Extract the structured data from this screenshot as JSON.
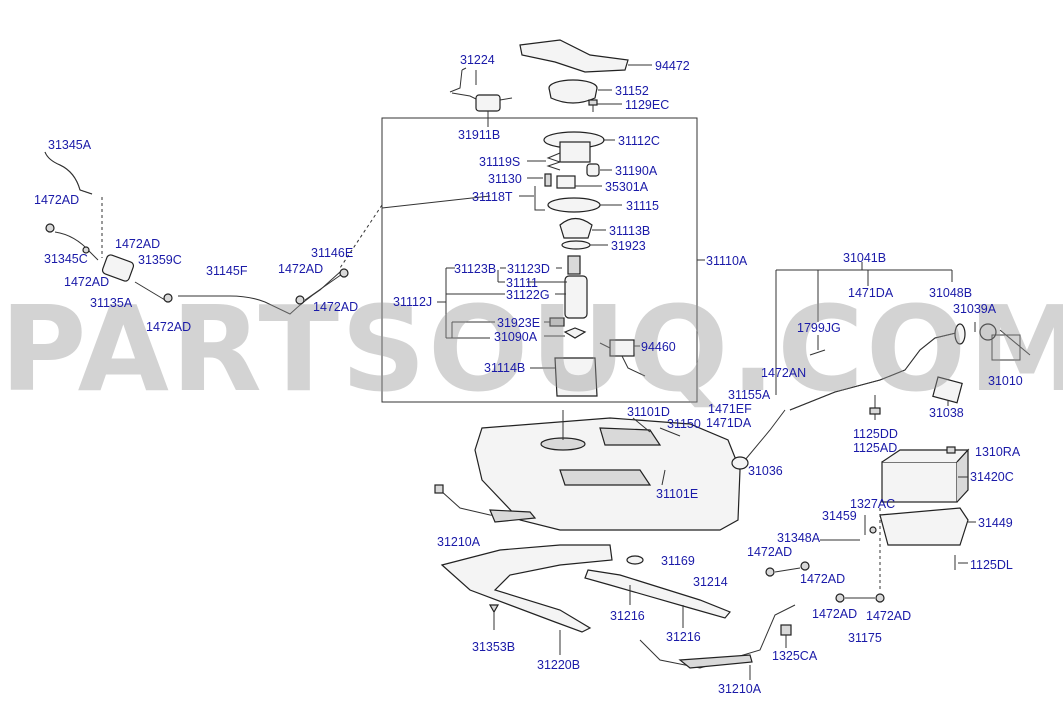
{
  "watermark": "PARTSOUQ.COM",
  "labels": {
    "p94472": "94472",
    "p31224": "31224",
    "p31152": "31152",
    "p1129EC": "1129EC",
    "p31911B": "31911B",
    "p31112C": "31112C",
    "p31345A": "31345A",
    "p31119S": "31119S",
    "p31190A": "31190A",
    "p31130": "31130",
    "p35301A": "35301A",
    "p1472AD_a": "1472AD",
    "p31118T": "31118T",
    "p31115": "31115",
    "p31113B": "31113B",
    "p1472AD_b": "1472AD",
    "p31345C": "31345C",
    "p31359C": "31359C",
    "p31146E": "31146E",
    "p31923": "31923",
    "p31110A": "31110A",
    "p31041B": "31041B",
    "p1472AD_c": "1472AD",
    "p31145F": "31145F",
    "p1472AD_d": "1472AD",
    "p31123B": "31123B",
    "p31123D": "31123D",
    "p31111": "31111",
    "p31135A": "31135A",
    "p1472AD_e": "1472AD",
    "p31122G": "31122G",
    "p1471DA_a": "1471DA",
    "p31048B": "31048B",
    "p31112J": "31112J",
    "p31039A": "31039A",
    "p1472AD_f": "1472AD",
    "p31923E": "31923E",
    "p1799JG": "1799JG",
    "p31090A": "31090A",
    "p94460": "94460",
    "p1472AN": "1472AN",
    "p31010": "31010",
    "p31114B": "31114B",
    "p31155A": "31155A",
    "p1471EF": "1471EF",
    "p31101D": "31101D",
    "p31038": "31038",
    "p1471DA_b": "1471DA",
    "p31150": "31150",
    "p1125DD": "1125DD",
    "p1125AD": "1125AD",
    "p31036": "31036",
    "p1310RA": "1310RA",
    "p31420C": "31420C",
    "p31101E": "31101E",
    "p1327AC": "1327AC",
    "p31459": "31459",
    "p31449": "31449",
    "p31210A_a": "31210A",
    "p31348A": "31348A",
    "p1472AD_g": "1472AD",
    "p31169": "31169",
    "p1125DL": "1125DL",
    "p1472AD_h": "1472AD",
    "p31214": "31214",
    "p1472AD_i": "1472AD",
    "p1472AD_j": "1472AD",
    "p31216_a": "31216",
    "p31175": "31175",
    "p31353B": "31353B",
    "p31216_b": "31216",
    "p1325CA": "1325CA",
    "p31220B": "31220B",
    "p31210A_b": "31210A"
  }
}
